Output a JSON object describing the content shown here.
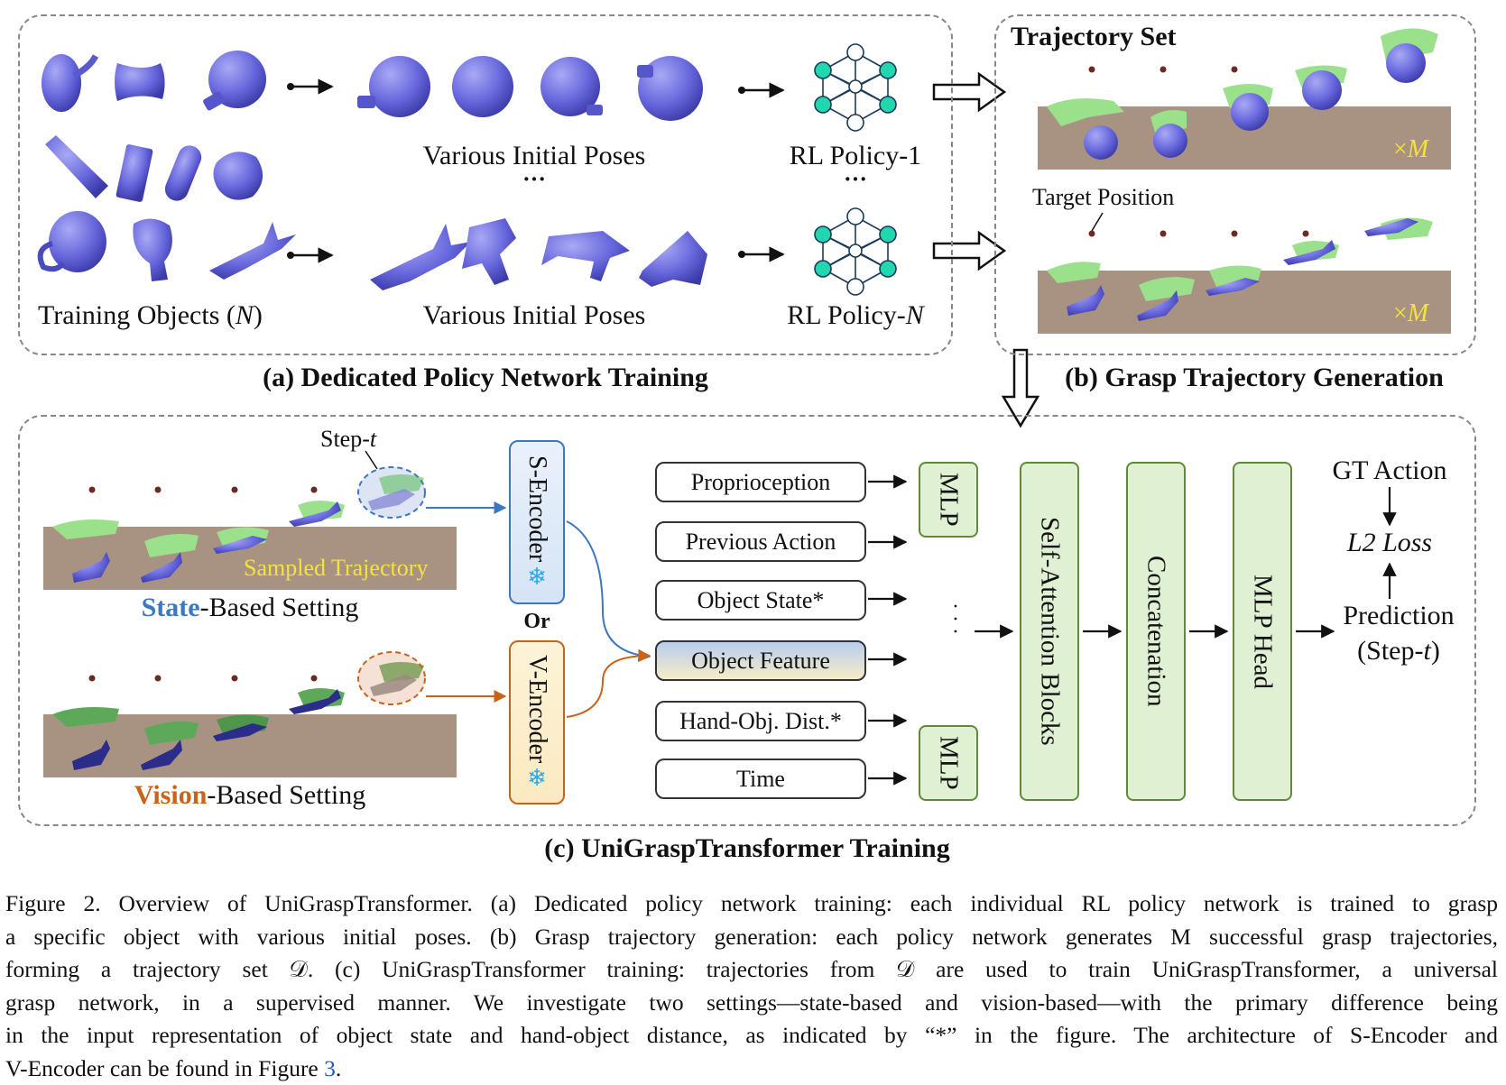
{
  "panel_a": {
    "title": "(a) Dedicated Policy Network Training",
    "training_objects_prefix": "Training Objects (",
    "training_objects_var": "N",
    "training_objects_suffix": ")",
    "various_initial_poses_1": "Various Initial Poses",
    "various_initial_poses_2": "Various Initial Poses",
    "ellipsis_poses": "···",
    "ellipsis_policy": "···",
    "rl_policy_1": "RL Policy-1",
    "rl_policy_n_prefix": "RL Policy-",
    "rl_policy_n_var": "N"
  },
  "panel_b": {
    "title": "(b) Grasp Trajectory Generation",
    "trajectory_set": "Trajectory Set",
    "target_position": "Target Position",
    "times_m_1": "×",
    "times_m_1_var": "M",
    "times_m_2": "×",
    "times_m_2_var": "M"
  },
  "panel_c": {
    "title": "(c) UniGraspTransformer Training",
    "step_t_prefix": "Step-",
    "step_t_var": "t",
    "sampled_trajectory": "Sampled Trajectory",
    "state_word": "State",
    "state_rest": "-Based Setting",
    "vision_word": "Vision",
    "vision_rest": "-Based Setting",
    "s_encoder": "S-Encoder",
    "or": "Or",
    "v_encoder": "V-Encoder",
    "inputs": [
      "Proprioception",
      "Previous Action",
      "Object State*",
      "Object Feature",
      "Hand-Obj. Dist.*",
      "Time"
    ],
    "mlp_top": "MLP",
    "mlp_bottom": "MLP",
    "vdots": "· · ·",
    "self_attention": "Self-Attention Blocks",
    "concatenation": "Concatenation",
    "mlp_head": "MLP Head",
    "gt_action": "GT Action",
    "l2_loss": "L2 Loss",
    "prediction": "Prediction",
    "prediction_step_prefix": "(Step-",
    "prediction_step_var": "t",
    "prediction_step_suffix": ")"
  },
  "caption": {
    "lines": [
      "Figure 2. Overview of UniGraspTransformer. (a) Dedicated policy network training: each individual RL policy network is trained to grasp",
      "a specific object with various initial poses. (b) Grasp trajectory generation: each policy network generates M successful grasp trajectories,",
      "forming a trajectory set 𝒟.  (c) UniGraspTransformer training:  trajectories from 𝒟 are used to train UniGraspTransformer, a universal",
      "grasp network, in a supervised manner.  We investigate two settings—state-based and vision-based—with the primary difference being",
      "in the input representation of object state and hand-object distance, as indicated by “*” in the figure.  The architecture of S-Encoder and"
    ],
    "last_line_prefix": "V-Encoder can be found in Figure ",
    "last_line_ref": "3",
    "last_line_suffix": "."
  },
  "colors": {
    "object_blue": "#6b6be0",
    "hand_green": "#9be08a",
    "table_brown": "#a89383",
    "node_teal": "#22d6b0",
    "state_blue": "#3a78c2",
    "vision_orange": "#c8641a",
    "yellow_text": "#f5e23a",
    "mlp_green_fill": "#dff0d3",
    "mlp_green_border": "#5f8a3b",
    "link_blue": "#2255cc"
  }
}
